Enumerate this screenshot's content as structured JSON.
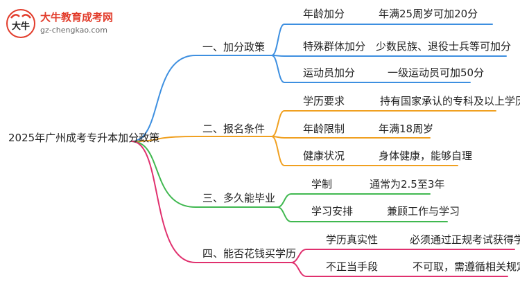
{
  "logo": {
    "name": "大牛教育成考网",
    "url": "gz-chengkao.com",
    "mark_text": "大牛"
  },
  "colors": {
    "branch1": "#3d8fe0",
    "branch2": "#f0a020",
    "branch3": "#40b850",
    "branch4": "#e0306e"
  },
  "root": {
    "label": "2025年广州成考专升本加分政策"
  },
  "branches": [
    {
      "label": "一、加分政策",
      "leaves": [
        {
          "label": "年龄加分",
          "detail": "年满25周岁可加20分"
        },
        {
          "label": "特殊群体加分",
          "detail": "少数民族、退役士兵等可加分"
        },
        {
          "label": "运动员加分",
          "detail": "一级运动员可加50分"
        }
      ]
    },
    {
      "label": "二、报名条件",
      "leaves": [
        {
          "label": "学历要求",
          "detail": "持有国家承认的专科及以上学历"
        },
        {
          "label": "年龄限制",
          "detail": "年满18周岁"
        },
        {
          "label": "健康状况",
          "detail": "身体健康，能够自理"
        }
      ]
    },
    {
      "label": "三、多久能毕业",
      "leaves": [
        {
          "label": "学制",
          "detail": "通常为2.5至3年"
        },
        {
          "label": "学习安排",
          "detail": "兼顾工作与学习"
        }
      ]
    },
    {
      "label": "四、能否花钱买学历",
      "leaves": [
        {
          "label": "学历真实性",
          "detail": "必须通过正规考试获得学历"
        },
        {
          "label": "不正当手段",
          "detail": "不可取，需遵循相关规定"
        }
      ]
    }
  ]
}
